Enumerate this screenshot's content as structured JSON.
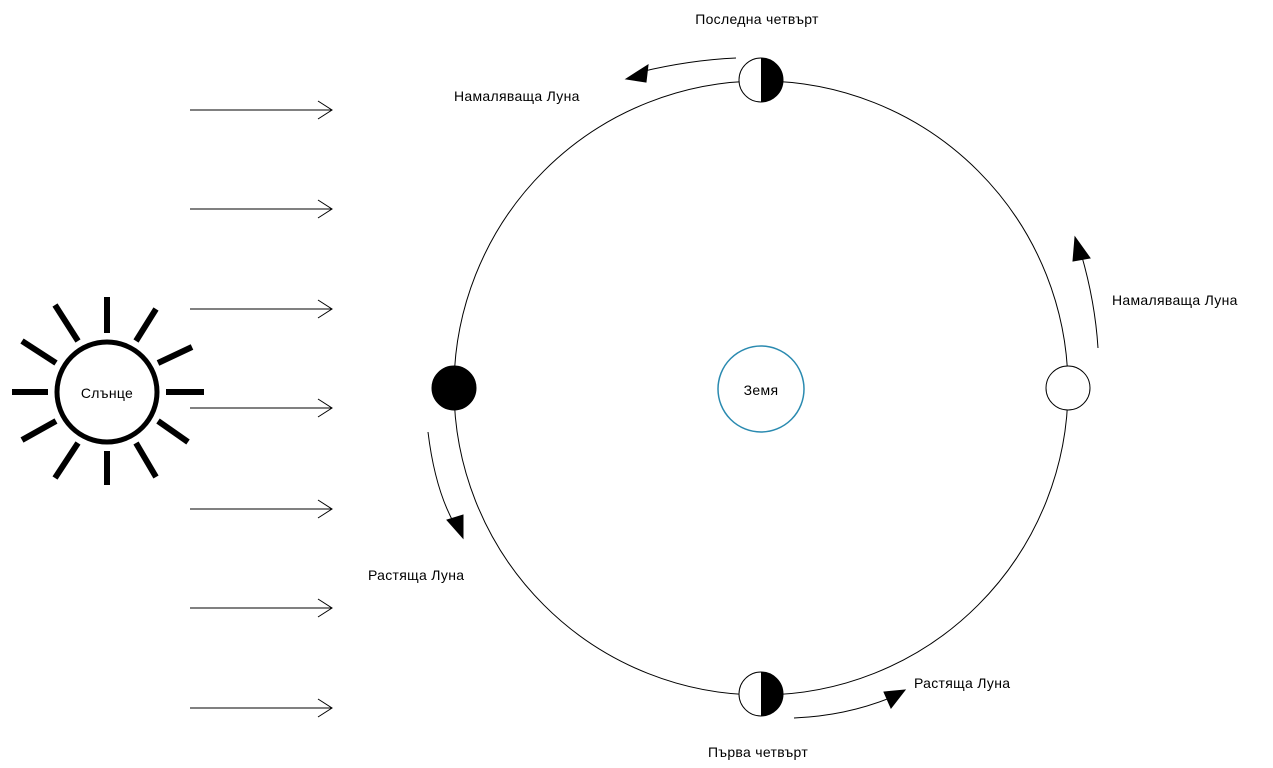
{
  "diagram": {
    "sun_label": "Слънце",
    "earth_label": "Земя",
    "labels": {
      "last_quarter": "Последна четвърт",
      "first_quarter": "Първа четвърт",
      "waning_top": "Намаляваща Луна",
      "waning_right": "Намаляваща Луна",
      "waxing_left": "Растяща Луна",
      "waxing_bottom": "Растяща Луна"
    },
    "colors": {
      "line": "#000000",
      "earth_outline": "#2a8ab0",
      "moon_dark": "#000000",
      "moon_light": "#ffffff"
    },
    "icons": [
      "sun-icon",
      "light-ray-arrow",
      "moon-new-icon",
      "moon-full-icon",
      "moon-first-quarter-icon",
      "moon-last-quarter-icon",
      "direction-arrow"
    ]
  }
}
